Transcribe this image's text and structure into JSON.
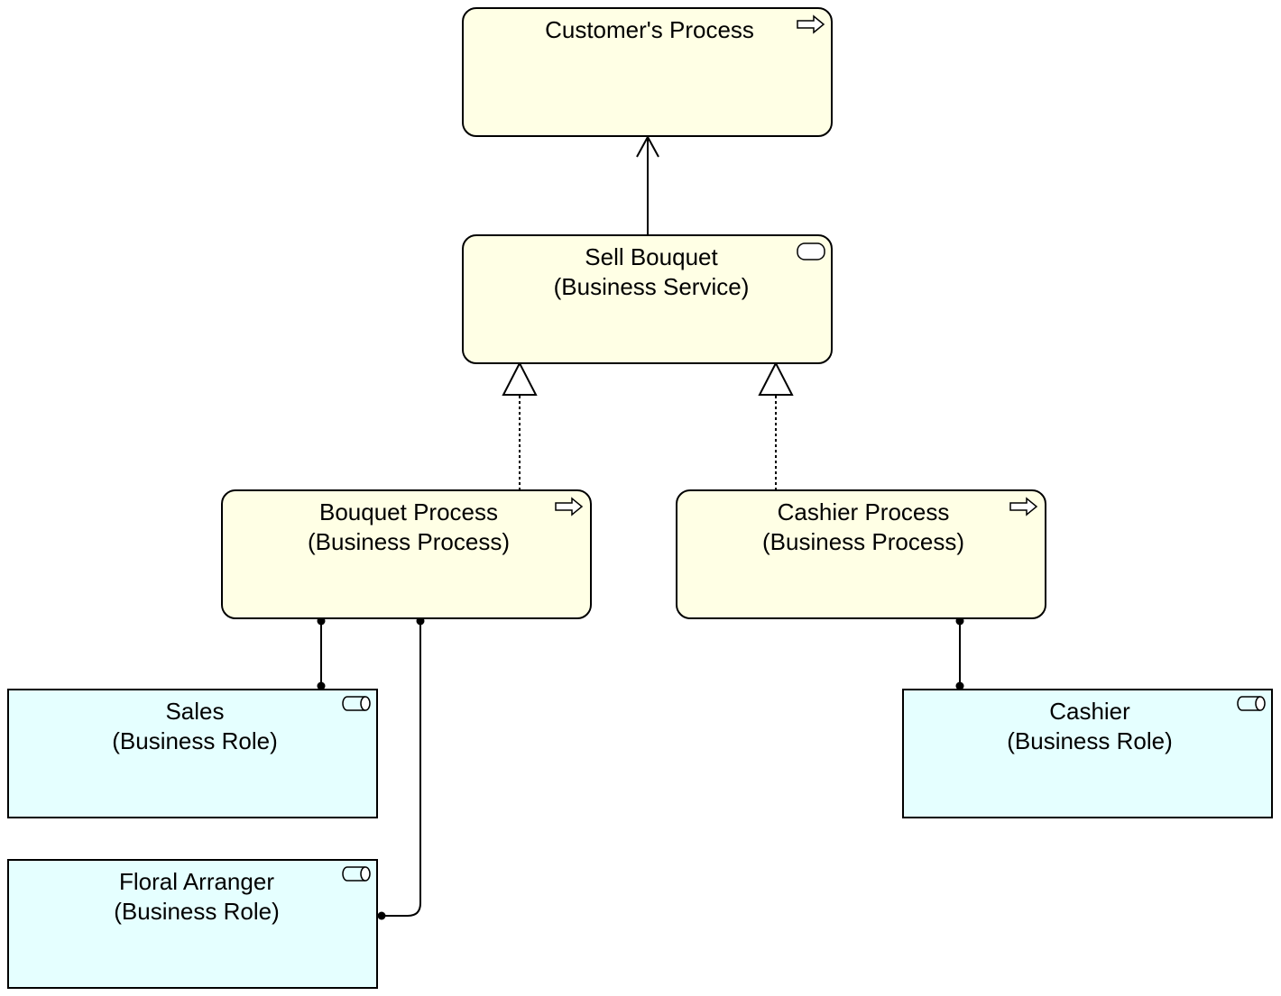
{
  "colors": {
    "process_fill": "#ffffe5",
    "role_fill": "#e5ffff",
    "stroke": "#000000"
  },
  "nodes": {
    "customers_process": {
      "line1": "Customer's Process",
      "line2": "",
      "icon": "process-arrow-icon"
    },
    "sell_bouquet": {
      "line1": "Sell Bouquet",
      "line2": "(Business Service)",
      "icon": "service-icon"
    },
    "bouquet_process": {
      "line1": "Bouquet Process",
      "line2": "(Business Process)",
      "icon": "process-arrow-icon"
    },
    "cashier_process": {
      "line1": "Cashier Process",
      "line2": "(Business Process)",
      "icon": "process-arrow-icon"
    },
    "sales_role": {
      "line1": "Sales",
      "line2": "(Business Role)",
      "icon": "role-icon"
    },
    "floral_arranger_role": {
      "line1": "Floral Arranger",
      "line2": "(Business Role)",
      "icon": "role-icon"
    },
    "cashier_role": {
      "line1": "Cashier",
      "line2": "(Business Role)",
      "icon": "role-icon"
    }
  },
  "relations": [
    {
      "from": "sell_bouquet",
      "to": "customers_process",
      "type": "serving"
    },
    {
      "from": "bouquet_process",
      "to": "sell_bouquet",
      "type": "realization"
    },
    {
      "from": "cashier_process",
      "to": "sell_bouquet",
      "type": "realization"
    },
    {
      "from": "sales_role",
      "to": "bouquet_process",
      "type": "assignment"
    },
    {
      "from": "floral_arranger_role",
      "to": "bouquet_process",
      "type": "assignment"
    },
    {
      "from": "cashier_role",
      "to": "cashier_process",
      "type": "assignment"
    }
  ]
}
